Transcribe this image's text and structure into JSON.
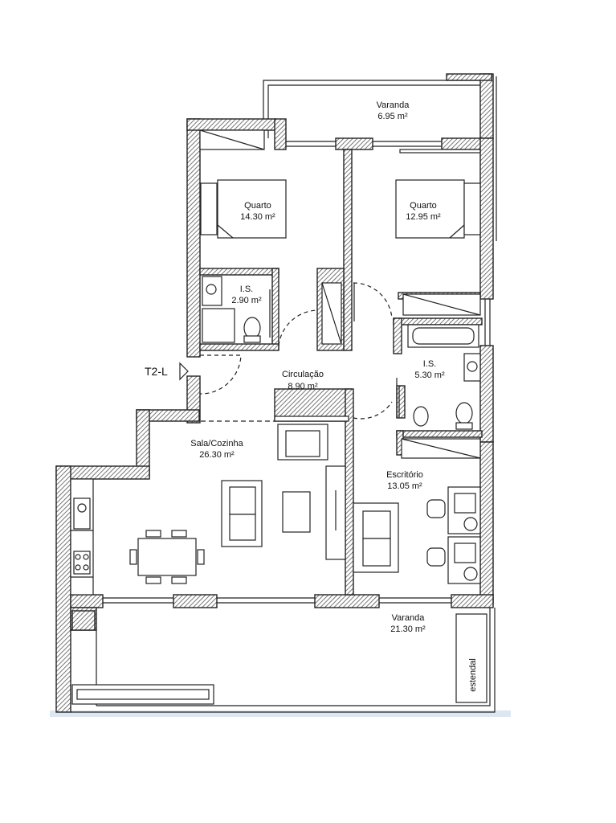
{
  "plan": {
    "unit_tag": "T2-L",
    "rooms": [
      {
        "key": "varanda_top",
        "name": "Varanda",
        "area": "6.95 m²"
      },
      {
        "key": "quarto_left",
        "name": "Quarto",
        "area": "14.30 m²"
      },
      {
        "key": "quarto_right",
        "name": "Quarto",
        "area": "12.95 m²"
      },
      {
        "key": "is_left",
        "name": "I.S.",
        "area": "2.90 m²"
      },
      {
        "key": "is_right",
        "name": "I.S.",
        "area": "5.30 m²"
      },
      {
        "key": "circulacao",
        "name": "Circulação",
        "area": "8.90 m²"
      },
      {
        "key": "sala",
        "name": "Sala/Cozinha",
        "area": "26.30 m²"
      },
      {
        "key": "escritorio",
        "name": "Escritório",
        "area": "13.05 m²"
      },
      {
        "key": "varanda_bottom",
        "name": "Varanda",
        "area": "21.30 m²"
      }
    ],
    "estendal_label": "estendal",
    "colors": {
      "wall_hatch": "#555555",
      "line": "#222222",
      "footer_strip": "#dde7f2"
    }
  }
}
